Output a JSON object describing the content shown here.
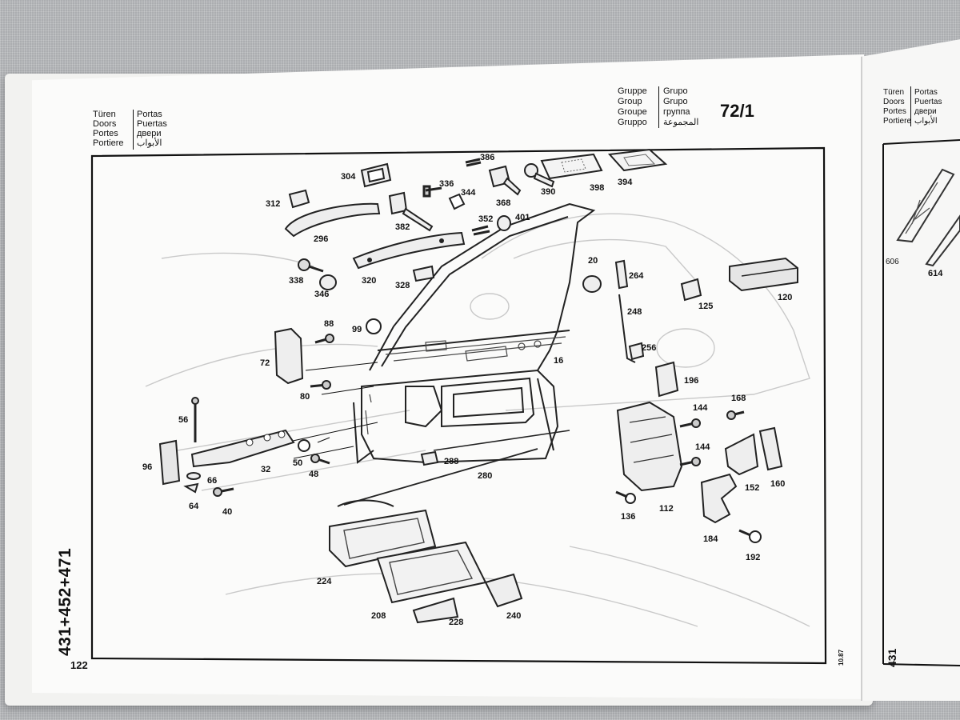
{
  "header_left": {
    "labels_a": [
      "Türen",
      "Doors",
      "Portes",
      "Portiere"
    ],
    "labels_b": [
      "Portas",
      "Puertas",
      "двери",
      "الأبواب"
    ]
  },
  "header_center": {
    "labels_a": [
      "Gruppe",
      "Group",
      "Groupe",
      "Gruppo"
    ],
    "labels_b": [
      "Grupo",
      "Grupo",
      "группа",
      "المجموعة"
    ],
    "group_number": "72/1"
  },
  "right_page": {
    "labels_a": [
      "Türen",
      "Doors",
      "Portes",
      "Portiere"
    ],
    "labels_b": [
      "Portas",
      "Puertas",
      "двери",
      "الأبواب"
    ],
    "callouts": [
      "606",
      "614"
    ],
    "side_code": "431"
  },
  "side_model_code": "431+452+471",
  "page_number": "122",
  "edge_date": "10.87",
  "callouts": {
    "c386": "386",
    "c304": "304",
    "c336": "336",
    "c344": "344",
    "c390": "390",
    "c398": "398",
    "c394": "394",
    "c312": "312",
    "c382": "382",
    "c368": "368",
    "c352": "352",
    "c401": "401",
    "c296": "296",
    "c338": "338",
    "c346": "346",
    "c320": "320",
    "c328": "328",
    "c20": "20",
    "c264": "264",
    "c125": "125",
    "c120": "120",
    "c248": "248",
    "c88": "88",
    "c99": "99",
    "c256": "256",
    "c72": "72",
    "c16": "16",
    "c196": "196",
    "c80": "80",
    "c56": "56",
    "c144a": "144",
    "c168": "168",
    "c144b": "144",
    "c96": "96",
    "c50": "50",
    "c32": "32",
    "c288": "288",
    "c66": "66",
    "c48": "48",
    "c280": "280",
    "c152": "152",
    "c160": "160",
    "c64": "64",
    "c40": "40",
    "c136": "136",
    "c112": "112",
    "c184": "184",
    "c192": "192",
    "c224": "224",
    "c208": "208",
    "c228": "228",
    "c240": "240"
  }
}
